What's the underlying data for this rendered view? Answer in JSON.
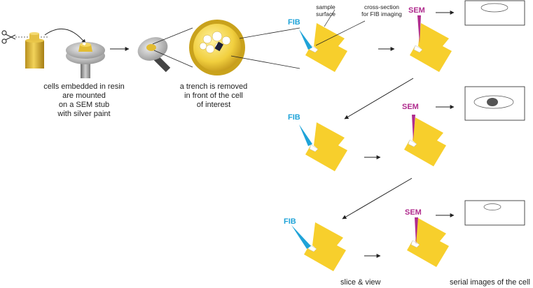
{
  "captions": {
    "mount": [
      "cells embedded in resin",
      "are mounted",
      "on a SEM stub",
      "with silver paint"
    ],
    "trench": [
      "a trench is removed",
      "in front of the cell",
      "of interest"
    ],
    "slice_view": "slice & view",
    "serial_images": "serial images of the cell"
  },
  "annotations": {
    "sample_surface": [
      "sample",
      "surface"
    ],
    "cross_section": [
      "cross-section",
      "for FIB imaging"
    ]
  },
  "beams": {
    "fib": "FIB",
    "sem": "SEM"
  },
  "colors": {
    "sample_yellow": "#f7cf2c",
    "stub_gold": "#d7b23a",
    "fib_blue": "#1fa3d8",
    "sem_magenta": "#b02c8e",
    "stub_gray": "#9a9a9a",
    "feature_dark": "#555555"
  },
  "icons": {
    "scissors": "scissors-icon"
  },
  "image_panels": [
    {
      "name": "serial-image-1",
      "feature": "empty-outline"
    },
    {
      "name": "serial-image-2",
      "feature": "dark-cross-section"
    },
    {
      "name": "serial-image-3",
      "feature": "small-outline"
    }
  ]
}
